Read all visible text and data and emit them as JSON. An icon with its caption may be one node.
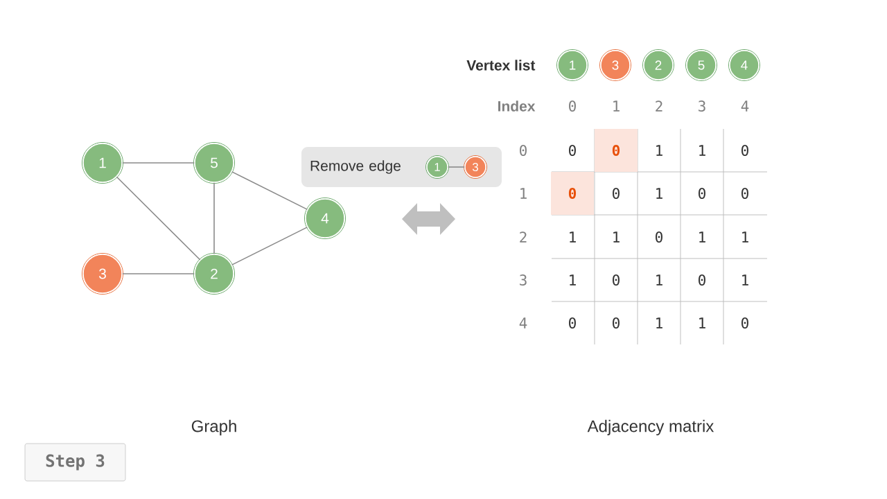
{
  "diagram": {
    "nodes": [
      {
        "text": [
          "1"
        ]
      },
      {
        "text": [
          "5"
        ]
      },
      {
        "text": [
          "4"
        ]
      },
      {
        "text": [
          "3"
        ]
      },
      {
        "text": [
          "2"
        ]
      },
      {
        "text": [
          "Remove edge"
        ]
      },
      {
        "text": [
          "1"
        ],
        "in": 5
      },
      {
        "text": [
          "3"
        ],
        "in": 5
      },
      {
        "text": [
          "1"
        ]
      },
      {
        "text": [
          "3"
        ]
      },
      {
        "text": [
          "2"
        ]
      },
      {
        "text": [
          "5"
        ]
      },
      {
        "text": [
          "4"
        ]
      }
    ],
    "edges": [
      {
        "from": 0,
        "to": 1,
        "arrow": "none"
      },
      {
        "from": 0,
        "to": 4,
        "arrow": "none"
      },
      {
        "from": 1,
        "to": 4,
        "arrow": "none"
      },
      {
        "from": 1,
        "to": 2,
        "arrow": "none"
      },
      {
        "from": 3,
        "to": 4,
        "arrow": "none"
      },
      {
        "from": 4,
        "to": 2,
        "arrow": "none"
      },
      {
        "from": 6,
        "to": 7,
        "arrow": "none"
      }
    ],
    "labels": [
      "Vertex list",
      "Index",
      "0",
      "1",
      "2",
      "3",
      "4",
      "0",
      "0",
      "0",
      "1",
      "1",
      "0",
      "1",
      "0",
      "0",
      "1",
      "0",
      "0",
      "2",
      "1",
      "1",
      "0",
      "1",
      "1",
      "3",
      "1",
      "0",
      "1",
      "0",
      "1",
      "4",
      "0",
      "0",
      "1",
      "1",
      "0",
      "Graph",
      "Adjacency matrix",
      "Step 3"
    ]
  }
}
